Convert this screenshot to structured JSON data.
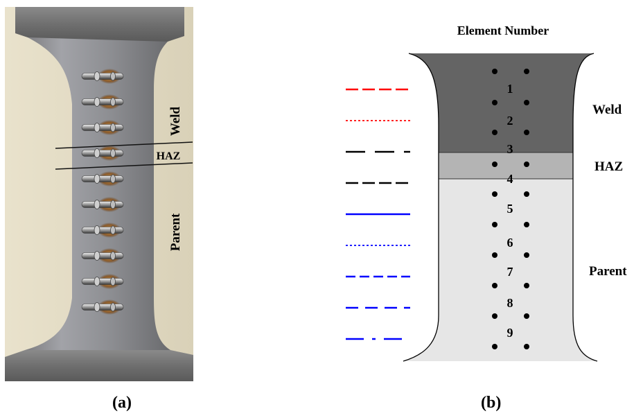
{
  "panel_a": {
    "caption": "(a)",
    "labels": {
      "weld": "Weld",
      "haz": "HAZ",
      "parent": "Parent"
    },
    "pin_count": 10
  },
  "panel_b": {
    "caption": "(b)",
    "title": "Element Number",
    "zone_labels": {
      "weld": "Weld",
      "haz": "HAZ",
      "parent": "Parent"
    },
    "zone_colors": {
      "weld": "#646464",
      "haz": "#b4b4b4",
      "parent": "#e6e6e6"
    },
    "elements": [
      "1",
      "2",
      "3",
      "4",
      "5",
      "6",
      "7",
      "8",
      "9"
    ],
    "legend_lines": [
      {
        "color": "#ff0000",
        "style": "dash"
      },
      {
        "color": "#ff0000",
        "style": "dot"
      },
      {
        "color": "#000000",
        "style": "long-dash"
      },
      {
        "color": "#000000",
        "style": "dash"
      },
      {
        "color": "#0000ff",
        "style": "solid"
      },
      {
        "color": "#0000ff",
        "style": "dot"
      },
      {
        "color": "#0000ff",
        "style": "dash"
      },
      {
        "color": "#0000ff",
        "style": "long-dash"
      },
      {
        "color": "#0000ff",
        "style": "dash-dot"
      }
    ]
  }
}
